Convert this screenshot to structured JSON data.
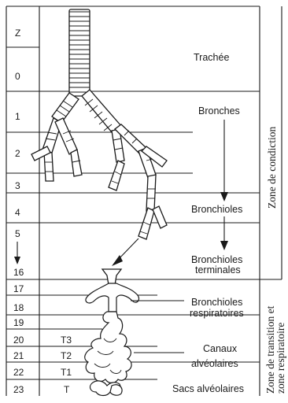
{
  "generations": [
    {
      "label": "Z"
    },
    {
      "label": "0"
    },
    {
      "label": "1"
    },
    {
      "label": "2"
    },
    {
      "label": "3"
    },
    {
      "label": "4"
    },
    {
      "label": "5"
    },
    {
      "label": "16"
    },
    {
      "label": "17"
    },
    {
      "label": "18"
    },
    {
      "label": "19"
    },
    {
      "label": "20",
      "transition": "T3"
    },
    {
      "label": "21",
      "transition": "T2"
    },
    {
      "label": "22",
      "transition": "T1"
    },
    {
      "label": "23",
      "transition": "T"
    }
  ],
  "structures": {
    "trachee": "Trachée",
    "bronches": "Bronches",
    "bronchioles": "Bronchioles",
    "bronchioles_terminales_1": "Bronchioles",
    "bronchioles_terminales_2": "terminales",
    "bronchioles_respiratoires_1": "Bronchioles",
    "bronchioles_respiratoires_2": "respiratoires",
    "canaux_alveolaires_1": "Canaux",
    "canaux_alveolaires_2": "alvéolaires",
    "sacs_alveolaires": "Sacs alvéolaires"
  },
  "zones": {
    "conduction": "Zone de condiction",
    "transition_1": "Zone de transition et",
    "transition_2": "zone respiratoire"
  }
}
